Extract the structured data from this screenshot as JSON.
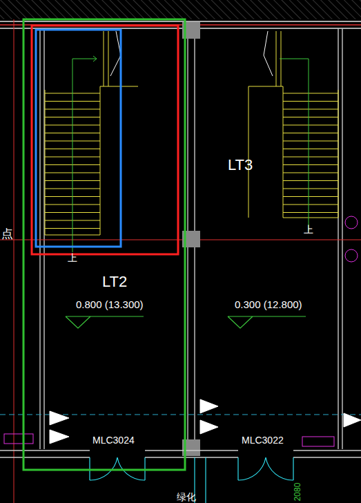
{
  "diagram": {
    "labels": [
      "点",
      "LT3",
      "LT2",
      "0.800 (13.300)",
      "0.300 (12.800)",
      "上",
      "上",
      "MLC3024",
      "MLC3022",
      "绿化",
      "2080"
    ]
  }
}
